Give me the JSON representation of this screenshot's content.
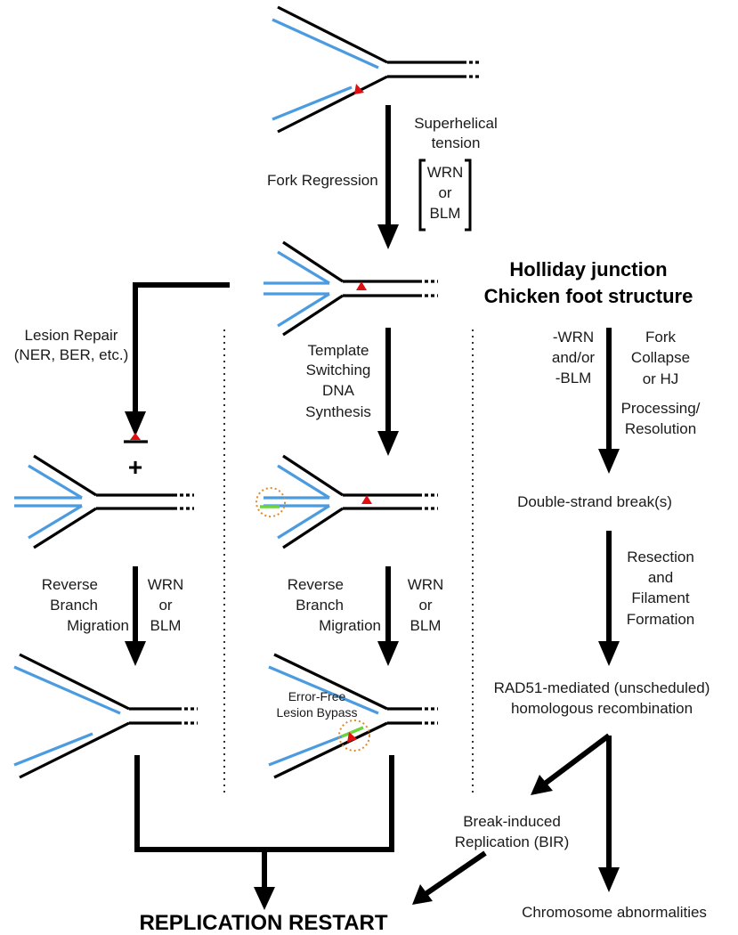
{
  "labels": {
    "superhelical": [
      "Superhelical",
      "tension"
    ],
    "fork_regression": "Fork Regression",
    "wrn_or_blm_top": [
      "WRN",
      "or",
      "BLM"
    ],
    "holliday": "Holliday junction",
    "chicken_foot": "Chicken foot structure",
    "lesion_repair": [
      "Lesion Repair",
      "(NER, BER, etc.)"
    ],
    "plus": "+",
    "template_switching": [
      "Template",
      "Switching",
      "DNA",
      "Synthesis"
    ],
    "wrn_blm_minus": [
      "-WRN",
      "and/or",
      "-BLM"
    ],
    "fork_collapse": [
      "Fork",
      "Collapse",
      "or HJ",
      "Processing/",
      "Resolution"
    ],
    "dsb": "Double-strand break(s)",
    "reverse_left": [
      "Reverse",
      "Branch",
      "Migration"
    ],
    "wrn_or_blm_left": [
      "WRN",
      "or",
      "BLM"
    ],
    "reverse_mid": [
      "Reverse",
      "Branch",
      "Migration"
    ],
    "wrn_or_blm_mid": [
      "WRN",
      "or",
      "BLM"
    ],
    "resection": [
      "Resection",
      "and",
      "Filament",
      "Formation"
    ],
    "error_free": [
      "Error-Free",
      "Lesion Bypass"
    ],
    "rad51": [
      "RAD51-mediated (unscheduled)",
      "homologous recombination"
    ],
    "bir": [
      "Break-induced",
      "Replication (BIR)"
    ],
    "replication_restart": "REPLICATION RESTART",
    "chromosome": "Chromosome abnormalities"
  },
  "colors": {
    "strand_parental": "#000000",
    "strand_nascent": "#4a9be0",
    "strand_new_synthesis": "#6bd43a",
    "lesion": "#e01010",
    "highlight_circle": "#e08a2c"
  }
}
